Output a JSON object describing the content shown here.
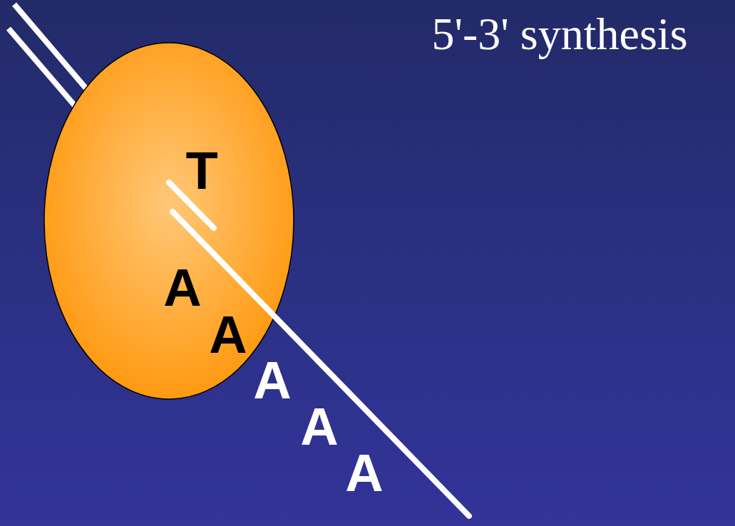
{
  "diagram": {
    "title": "5'-3' synthesis",
    "labels": [
      "T",
      "A",
      "A",
      "A",
      "A",
      "A"
    ]
  }
}
